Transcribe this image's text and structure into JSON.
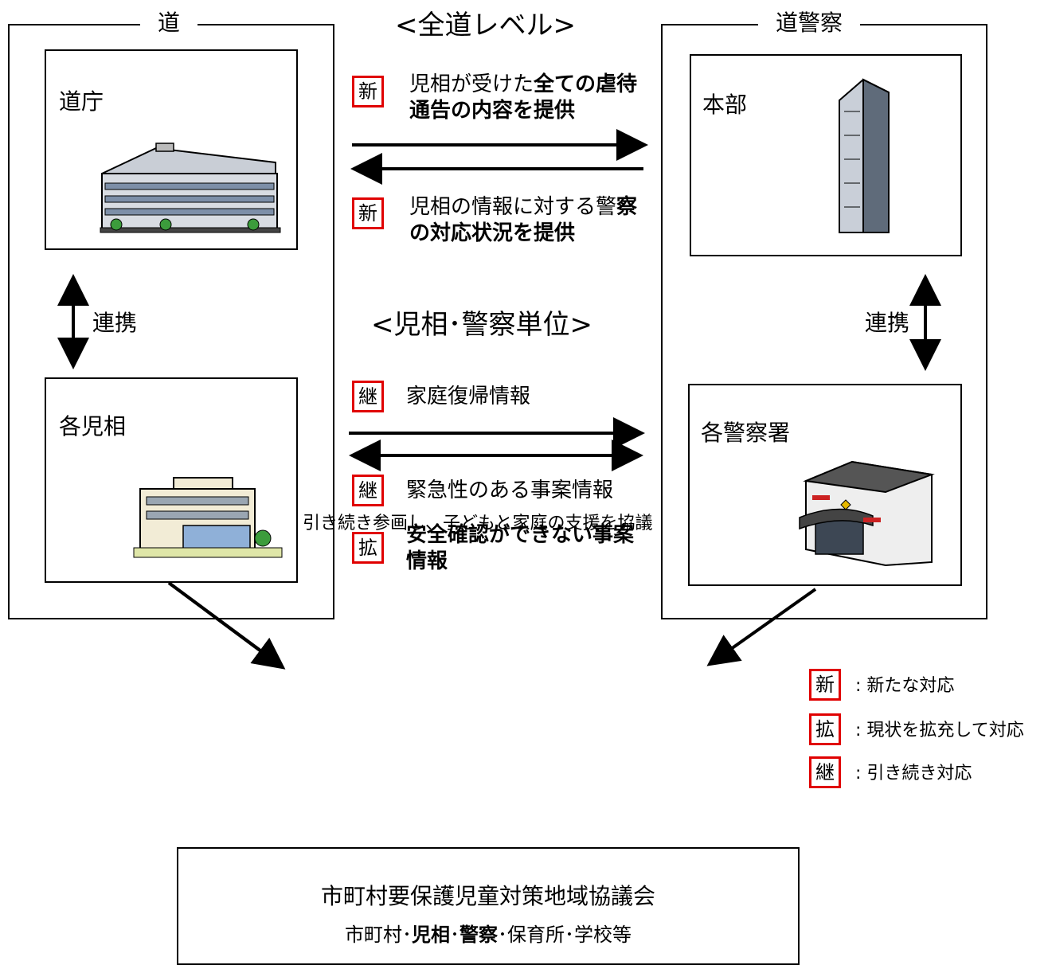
{
  "left_group": {
    "title": "道",
    "top_box": "道庁",
    "bottom_box": "各児相",
    "link_label": "連携"
  },
  "right_group": {
    "title": "道警察",
    "top_box": "本部",
    "bottom_box": "各警察署",
    "link_label": "連携"
  },
  "headings": {
    "all_prefecture": "<全道レベル>",
    "unit": "<児相･警察単位>"
  },
  "messages": {
    "notify": {
      "badge": "新",
      "normal": "児相が受けた",
      "bold": "全ての虐待通告の内容を提供"
    },
    "police_status": {
      "badge": "新",
      "normal": "児相の情報に対する警",
      "bold": "察の対応状況を提供"
    },
    "home_return": {
      "badge": "継",
      "normal": "家庭復帰情報"
    },
    "urgent": {
      "badge": "継",
      "normal": "緊急性のある事案情報"
    },
    "unconfirmed": {
      "badge": "拡",
      "bold": "安全確認ができない事案情報"
    }
  },
  "legend": [
    {
      "badge": "新",
      "text": ": 新たな対応"
    },
    {
      "badge": "拡",
      "text": ": 現状を拡充して対応"
    },
    {
      "badge": "継",
      "text": ": 引き続き対応"
    }
  ],
  "bottom_note": "引き続き参画し、子どもと家庭の支援を協議",
  "council": {
    "title": "市町村要保護児童対策地域協議会",
    "members": [
      {
        "text": "市町村･",
        "bold": false
      },
      {
        "text": "児相",
        "bold": true
      },
      {
        "text": "･",
        "bold": false
      },
      {
        "text": "警察",
        "bold": true
      },
      {
        "text": "･保育所･学校等",
        "bold": false
      }
    ]
  },
  "colors": {
    "badge_border": "#e00000",
    "line": "#000000"
  },
  "icons": [
    "prefectural-office-building-icon",
    "child-guidance-center-icon",
    "police-hq-tower-icon",
    "police-station-icon"
  ]
}
